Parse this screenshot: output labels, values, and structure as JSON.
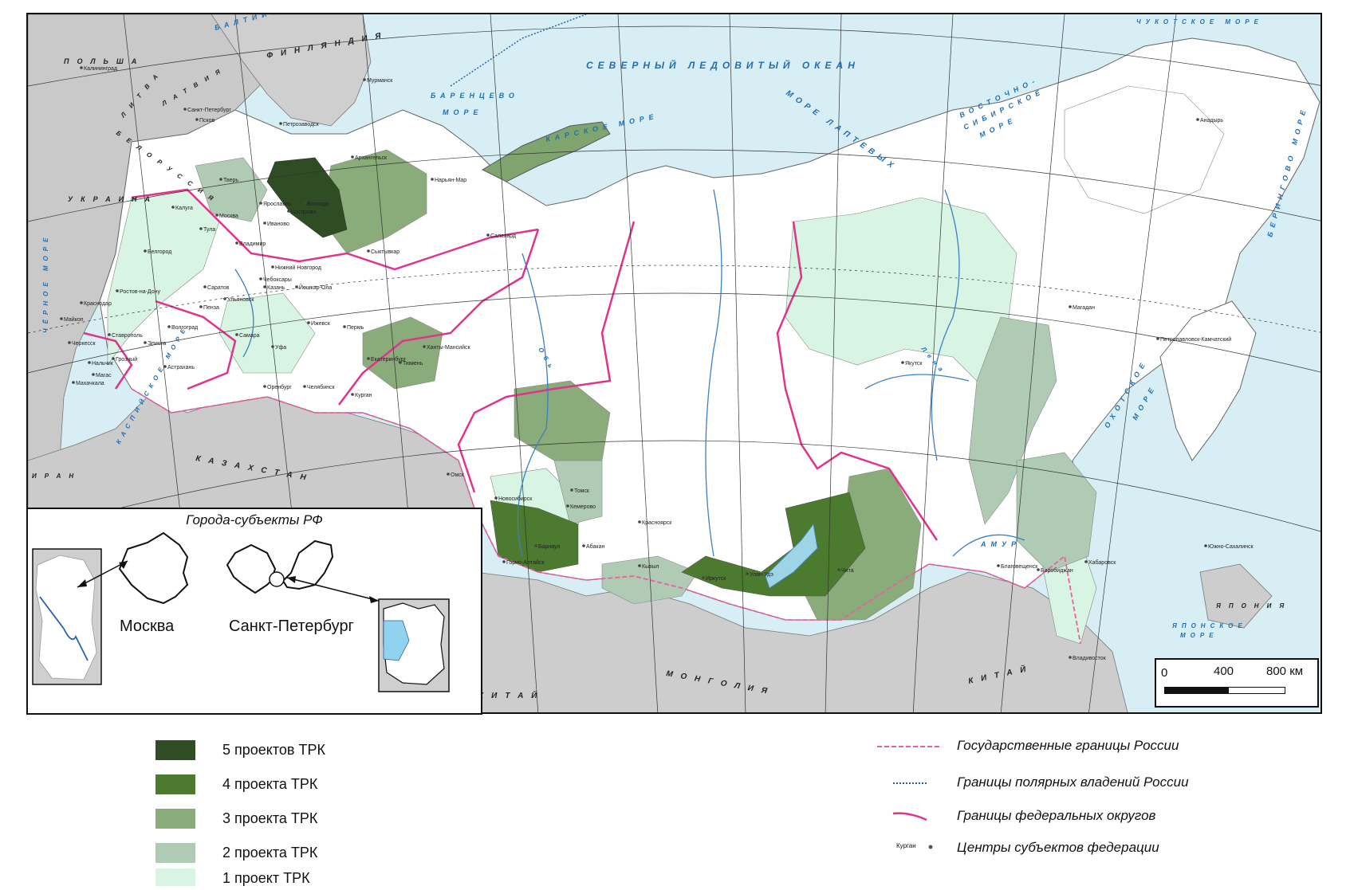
{
  "inset": {
    "title": "Города-субъекты РФ",
    "moscow": "Москва",
    "spb": "Санкт-Петербург"
  },
  "scale": {
    "zero": "0",
    "mid": "400",
    "end": "800 км"
  },
  "legend": {
    "items": [
      {
        "label": "5 проектов ТРК",
        "color": "#2e4d22"
      },
      {
        "label": "4 проекта ТРК",
        "color": "#4c7a2f"
      },
      {
        "label": "3 проекта ТРК",
        "color": "#8aab7a"
      },
      {
        "label": "2 проекта ТРК",
        "color": "#b0cbb3"
      },
      {
        "label": "1 проект ТРК",
        "color": "#d8f5e3"
      }
    ]
  },
  "right_legend": {
    "items": [
      {
        "label": "Государственные границы России"
      },
      {
        "label": "Границы полярных владений России"
      },
      {
        "label": "Границы федеральных округов"
      },
      {
        "label": "Центры субъектов федерации"
      }
    ],
    "sample_city": "Курган"
  },
  "map": {
    "seas": {
      "arctic": "СЕВЕРНЫЙ ЛЕДОВИТЫЙ ОКЕАН",
      "barents_1": "БАРЕНЦЕВО",
      "barents_2": "МОРЕ",
      "kara": "КАРСКОЕ МОРЕ",
      "laptev": "МОРЕ ЛАПТЕВЫХ",
      "east_siberian_1": "ВОСТОЧНО-",
      "east_siberian_2": "СИБИРСКОЕ",
      "east_siberian_3": "МОРЕ",
      "bering": "БЕРИНГОВО МОРЕ",
      "okhotsk_1": "ОХОТСКОЕ",
      "okhotsk_2": "МОРЕ",
      "japan_1": "ЯПОНСКОЕ",
      "japan_2": "МОРЕ",
      "baltic": "БАЛТИЙСКОЕ МОРЕ",
      "chukchi": "ЧУКОТСКОЕ МОРЕ",
      "caspian": "КАСПИЙСКОЕ МОРЕ",
      "black": "ЧЁРНОЕ МОРЕ"
    },
    "countries": {
      "finland": "ФИНЛЯНДИЯ",
      "poland": "ПОЛЬША",
      "ukraine": "УКРАИНА",
      "belarus": "БЕЛОРУССИЯ",
      "latvia": "ЛАТВИЯ",
      "lithuania": "ЛИТВА",
      "kazakhstan": "КАЗАХСТАН",
      "china_1": "КИТАЙ",
      "china_2": "КИТАЙ",
      "mongolia": "МОНГОЛИЯ",
      "japan": "ЯПОНИЯ",
      "iran": "ИРАН"
    },
    "rivers": {
      "amur": "АМУР",
      "lena": "Лена",
      "ob": "Обь"
    },
    "cities": [
      "Калининград",
      "Мурманск",
      "Петрозаводск",
      "Санкт-Петербург",
      "Архангельск",
      "Псков",
      "Тверь",
      "Калуга",
      "Москва",
      "Тула",
      "Белгород",
      "Ростов-на-Дону",
      "Краснодар",
      "Майкоп",
      "Ставрополь",
      "Элиста",
      "Черкесск",
      "Махачкала",
      "Астрахань",
      "Волгоград",
      "Саратов",
      "Самара",
      "Пенза",
      "Ульяновск",
      "Казань",
      "Чебоксары",
      "Йошкар-Ола",
      "Нижний Новгород",
      "Кострома",
      "Иваново",
      "Владимир",
      "Ярославль",
      "Вологда",
      "Сыктывкар",
      "Нарьян-Мар",
      "Салехард",
      "Ханты-Мансийск",
      "Екатеринбург",
      "Пермь",
      "Ижевск",
      "Уфа",
      "Оренбург",
      "Челябинск",
      "Курган",
      "Тюмень",
      "Омск",
      "Новосибирск",
      "Томск",
      "Кемерово",
      "Барнаул",
      "Горно-Алтайск",
      "Абакан",
      "Кызыл",
      "Красноярск",
      "Иркутск",
      "Улан-Удэ",
      "Чита",
      "Якутск",
      "Магадан",
      "Анадырь",
      "Петропавловск-Камчатский",
      "Южно-Сахалинск",
      "Хабаровск",
      "Биробиджан",
      "Благовещенск",
      "Владивосток",
      "Нальчик",
      "Магас",
      "Грозный"
    ]
  }
}
